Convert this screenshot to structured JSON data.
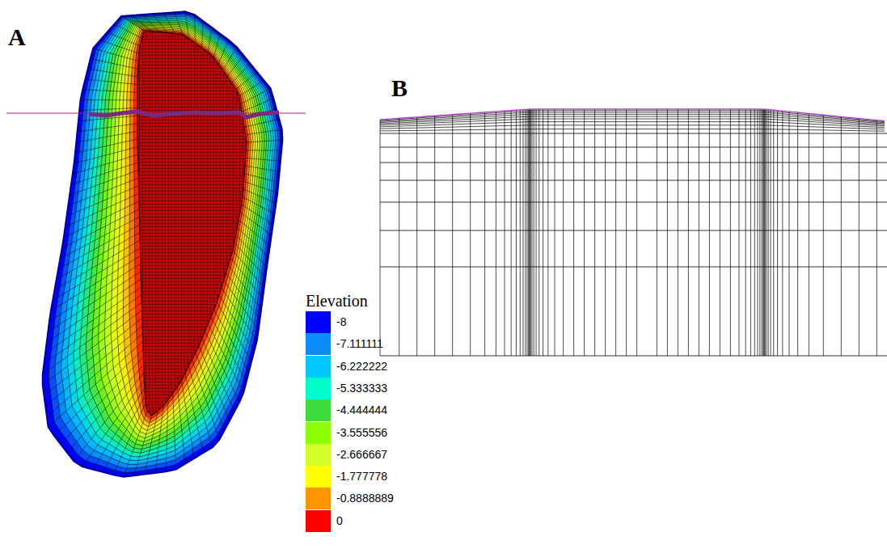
{
  "diagram": {
    "labels": [
      "A",
      "B",
      "Elevation"
    ],
    "legend": [
      {
        "text": "-8",
        "color": "#0000ff"
      },
      {
        "text": "-7.111111",
        "color": "#0a8cff"
      },
      {
        "text": "-6.222222",
        "color": "#00c8ff"
      },
      {
        "text": "-5.333333",
        "color": "#00ffc8"
      },
      {
        "text": "-4.444444",
        "color": "#3cdc3c"
      },
      {
        "text": "-3.555556",
        "color": "#8cff00"
      },
      {
        "text": "-2.666667",
        "color": "#d2ff28"
      },
      {
        "text": "-1.777778",
        "color": "#ffff00"
      },
      {
        "text": "-0.8888889",
        "color": "#ff9600"
      },
      {
        "text": "0",
        "color": "#ff0000"
      }
    ]
  }
}
